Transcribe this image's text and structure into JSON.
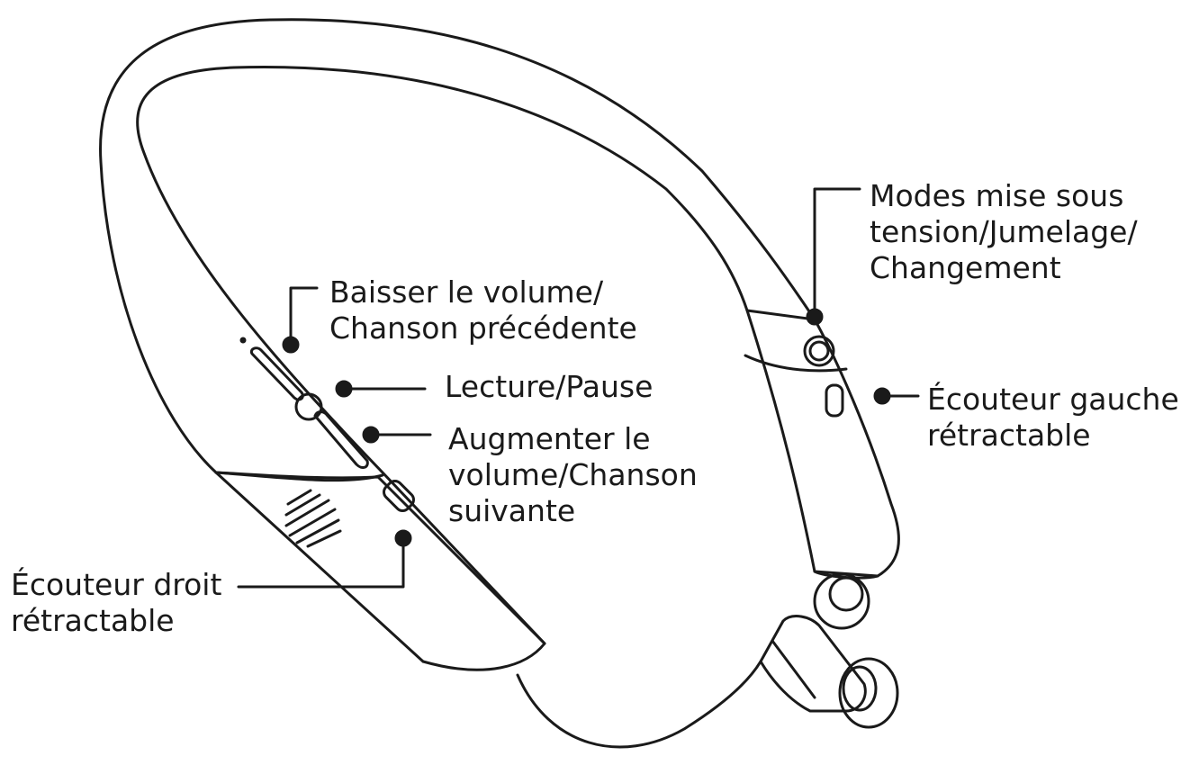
{
  "diagram": {
    "labels": {
      "power_pairing": {
        "line1": "Modes mise sous",
        "line2": "tension/Jumelage/",
        "line3": "Changement"
      },
      "volume_down": {
        "line1": "Baisser le volume/",
        "line2": "Chanson précédente"
      },
      "play_pause": {
        "line1": "Lecture/Pause"
      },
      "volume_up": {
        "line1": "Augmenter le",
        "line2": "volume/Chanson",
        "line3": "suivante"
      },
      "left_earbud": {
        "line1": "Écouteur gauche",
        "line2": "rétractable"
      },
      "right_earbud": {
        "line1": "Écouteur droit",
        "line2": "rétractable"
      }
    }
  },
  "colors": {
    "ink": "#1a1a1a",
    "background": "#ffffff"
  }
}
